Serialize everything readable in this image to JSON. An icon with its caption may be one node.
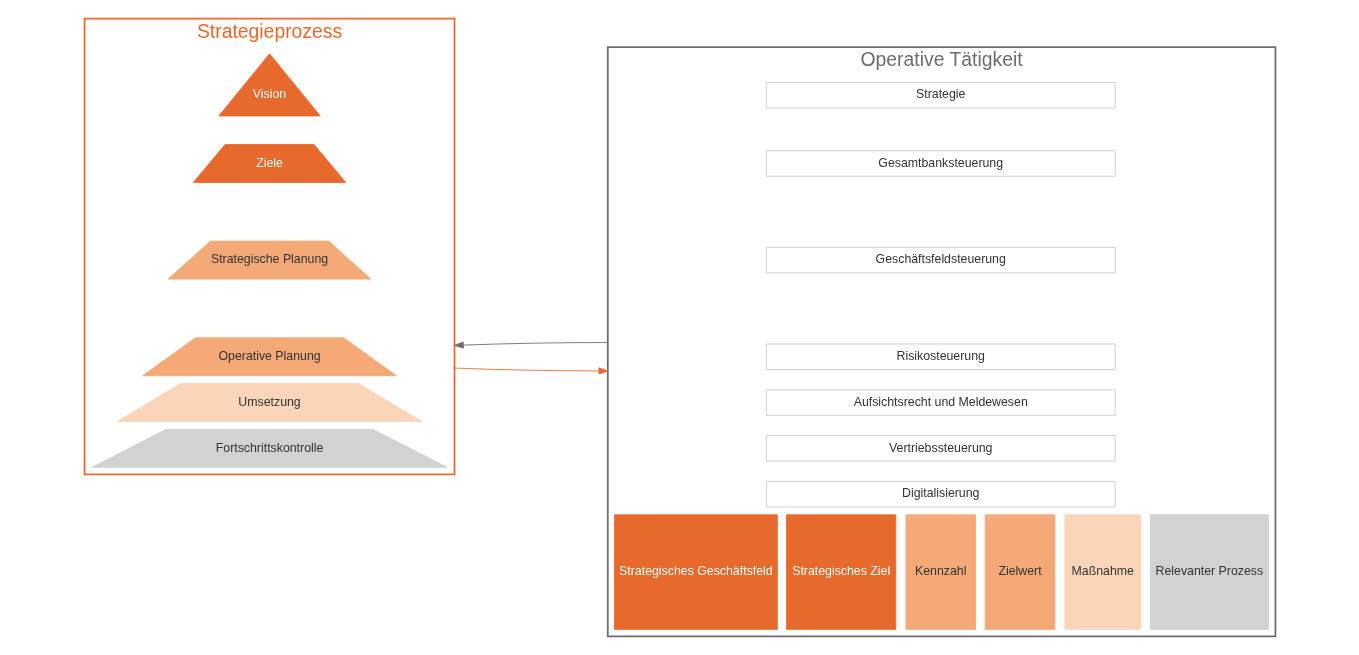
{
  "diagram": {
    "nodes": [
      {
        "text": [
          "Strategieprozess"
        ]
      },
      {
        "text": [
          "Vision"
        ],
        "in": 0
      },
      {
        "text": [
          "Ziele"
        ],
        "in": 0
      },
      {
        "text": [
          "Strategische Planung"
        ],
        "in": 0
      },
      {
        "text": [
          "Operative Planung"
        ],
        "in": 0
      },
      {
        "text": [
          "Umsetzung"
        ],
        "in": 0
      },
      {
        "text": [
          "Fortschrittskontrolle"
        ],
        "in": 0
      },
      {
        "text": [
          "Operative Tätigkeit"
        ]
      },
      {
        "text": [
          "Strategie"
        ],
        "in": 7
      },
      {
        "text": [
          "Gesamtbanksteuerung"
        ],
        "in": 7
      },
      {
        "text": [
          "Geschäftsfeldsteuerung"
        ],
        "in": 7
      },
      {
        "text": [
          "Risikosteuerung"
        ],
        "in": 7
      },
      {
        "text": [
          "Aufsichtsrecht und Meldewesen"
        ],
        "in": 7
      },
      {
        "text": [
          "Vertriebssteuerung"
        ],
        "in": 7
      },
      {
        "text": [
          "Digitalisierung"
        ],
        "in": 7
      },
      {
        "text": [
          "Strategisches Geschäftsfeld"
        ],
        "in": 7
      },
      {
        "text": [
          "Strategisches Ziel"
        ],
        "in": 7
      },
      {
        "text": [
          "Kennzahl"
        ],
        "in": 7
      },
      {
        "text": [
          "Zielwert"
        ],
        "in": 7
      },
      {
        "text": [
          "Maßnahme"
        ],
        "in": 7
      },
      {
        "text": [
          "Relevanter Prozess"
        ],
        "in": 7
      }
    ],
    "edges": [
      {
        "from": 0,
        "to": 7,
        "arrow": "to",
        "color": "#e8692c"
      },
      {
        "from": 7,
        "to": 0,
        "arrow": "to",
        "color": "#6d6d6d"
      }
    ]
  }
}
